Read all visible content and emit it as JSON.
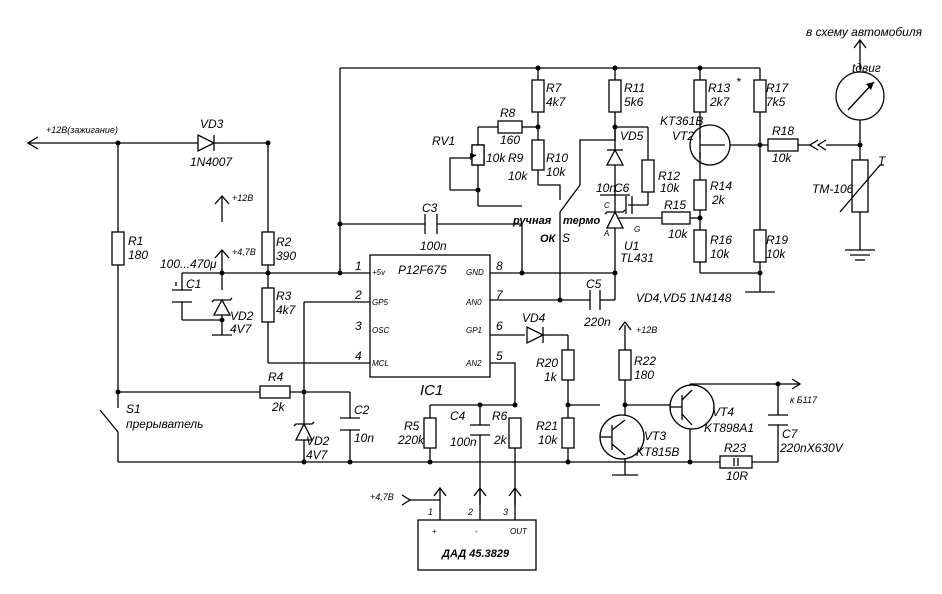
{
  "labels": {
    "car_circuit": "в схему автомобиля",
    "tdvig": "tдвиг",
    "ignition": "+12В(зажигание)",
    "vd3": "VD3",
    "vd3_type": "1N4007",
    "plus12_a": "+12В",
    "plus47_a": "+4,7В",
    "r1": "R1",
    "r1_val": "180",
    "c1_val": "100...470μ",
    "c1": "C1",
    "vd2_top": "VD2",
    "vd2_top_val": "4V7",
    "r2": "R2",
    "r2_val": "390",
    "r3": "R3",
    "r3_val": "4k7",
    "rv1": "RV1",
    "rv1_val": "10k",
    "r8": "R8",
    "r8_val": "160",
    "r9": "R9",
    "r9_val": "10k",
    "r7": "R7",
    "r7_val": "4k7",
    "r10": "R10",
    "r10_val": "10k",
    "r11": "R11",
    "r11_val": "5k6",
    "vd5": "VD5",
    "c6": "C6",
    "c6_val": "10n",
    "r12": "R12",
    "r12_val": "10k",
    "r13": "R13",
    "r13_star": "*",
    "r13_val": "2k7",
    "vt2_type": "KT361B",
    "vt2": "VT2",
    "r17": "R17",
    "r17_val": "7k5",
    "r18": "R18",
    "r18_val": "10k",
    "r14": "R14",
    "r14_val": "2k",
    "r15": "R15",
    "r15_val": "10k",
    "r16": "R16",
    "r16_val": "10k",
    "r19": "R19",
    "r19_val": "10k",
    "u1": "U1",
    "u1_type": "TL431",
    "pin_c": "C",
    "pin_a": "A",
    "pin_g": "G",
    "tm": "TM-106",
    "tm_t": "T",
    "c3": "C3",
    "c3_val": "100n",
    "manual": "ручная",
    "thermo": "термо",
    "ok": "ОК",
    "s": "S",
    "ic_name": "P12F675",
    "ic_label": "IC1",
    "ic_5v": "+5v",
    "ic_gp5": "GP5",
    "ic_osc": "OSC",
    "ic_mcl": "MCL",
    "ic_gnd": "GND",
    "ic_an0": "AN0",
    "ic_gp1": "GP1",
    "ic_an2": "AN2",
    "pin1": "1",
    "pin2": "2",
    "pin3": "3",
    "pin4": "4",
    "pin8": "8",
    "pin7": "7",
    "pin6": "6",
    "pin5": "5",
    "c5": "C5",
    "c5_val": "220n",
    "diode_note": "VD4,VD5 1N4148",
    "vd4": "VD4",
    "plus12_b": "+12В",
    "r20": "R20",
    "r20_val": "1k",
    "r22": "R22",
    "r22_val": "180",
    "r4": "R4",
    "r4_val": "2k",
    "s1": "S1",
    "breaker": "прерыватель",
    "vd2_bot": "VD2",
    "vd2_bot_val": "4V7",
    "c2": "C2",
    "c2_val": "10n",
    "r5": "R5",
    "r5_val": "220k",
    "c4": "C4",
    "c4_val": "100n",
    "r6": "R6",
    "r6_val": "2k",
    "r21": "R21",
    "r21_val": "10k",
    "vt3": "VT3",
    "vt3_type": "KT815B",
    "vt4": "VT4",
    "vt4_type": "KT898A1",
    "to_b117": "к Б117",
    "c7": "C7",
    "c7_val": "220nX630V",
    "r23": "R23",
    "r23_val": "10R",
    "plus47_b": "+4,7В",
    "sensor_pin1": "1",
    "sensor_pin2": "2",
    "sensor_pin3": "3",
    "sensor_plus": "+",
    "sensor_minus": "-",
    "sensor_out": "OUT",
    "sensor_name": "ДАД 45.3829"
  }
}
